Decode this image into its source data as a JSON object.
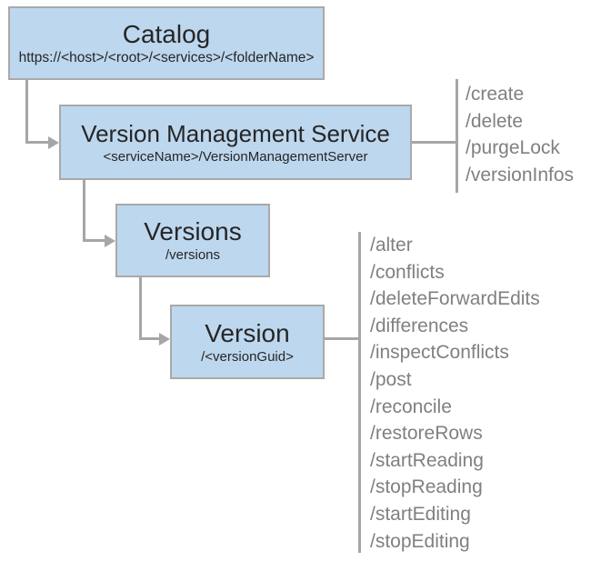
{
  "nodes": {
    "catalog": {
      "title": "Catalog",
      "subtitle": "https://<host>/<root>/<services>/<folderName>"
    },
    "service": {
      "title": "Version Management Service",
      "subtitle": "<serviceName>/VersionManagementServer",
      "operations": [
        "/create",
        "/delete",
        "/purgeLock",
        "/versionInfos"
      ]
    },
    "versions": {
      "title": "Versions",
      "subtitle": "/versions"
    },
    "version": {
      "title": "Version",
      "subtitle": "/<versionGuid>",
      "operations": [
        "/alter",
        "/conflicts",
        "/deleteForwardEdits",
        "/differences",
        "/inspectConflicts",
        "/post",
        "/reconcile",
        "/restoreRows",
        "/startReading",
        "/stopReading",
        "/startEditing",
        "/stopEditing"
      ]
    }
  },
  "colors": {
    "box_fill": "#BDD7EE",
    "box_border": "#A9A9A9",
    "connector": "#A6A6A6",
    "operation_text": "#808080",
    "node_text": "#262626"
  }
}
